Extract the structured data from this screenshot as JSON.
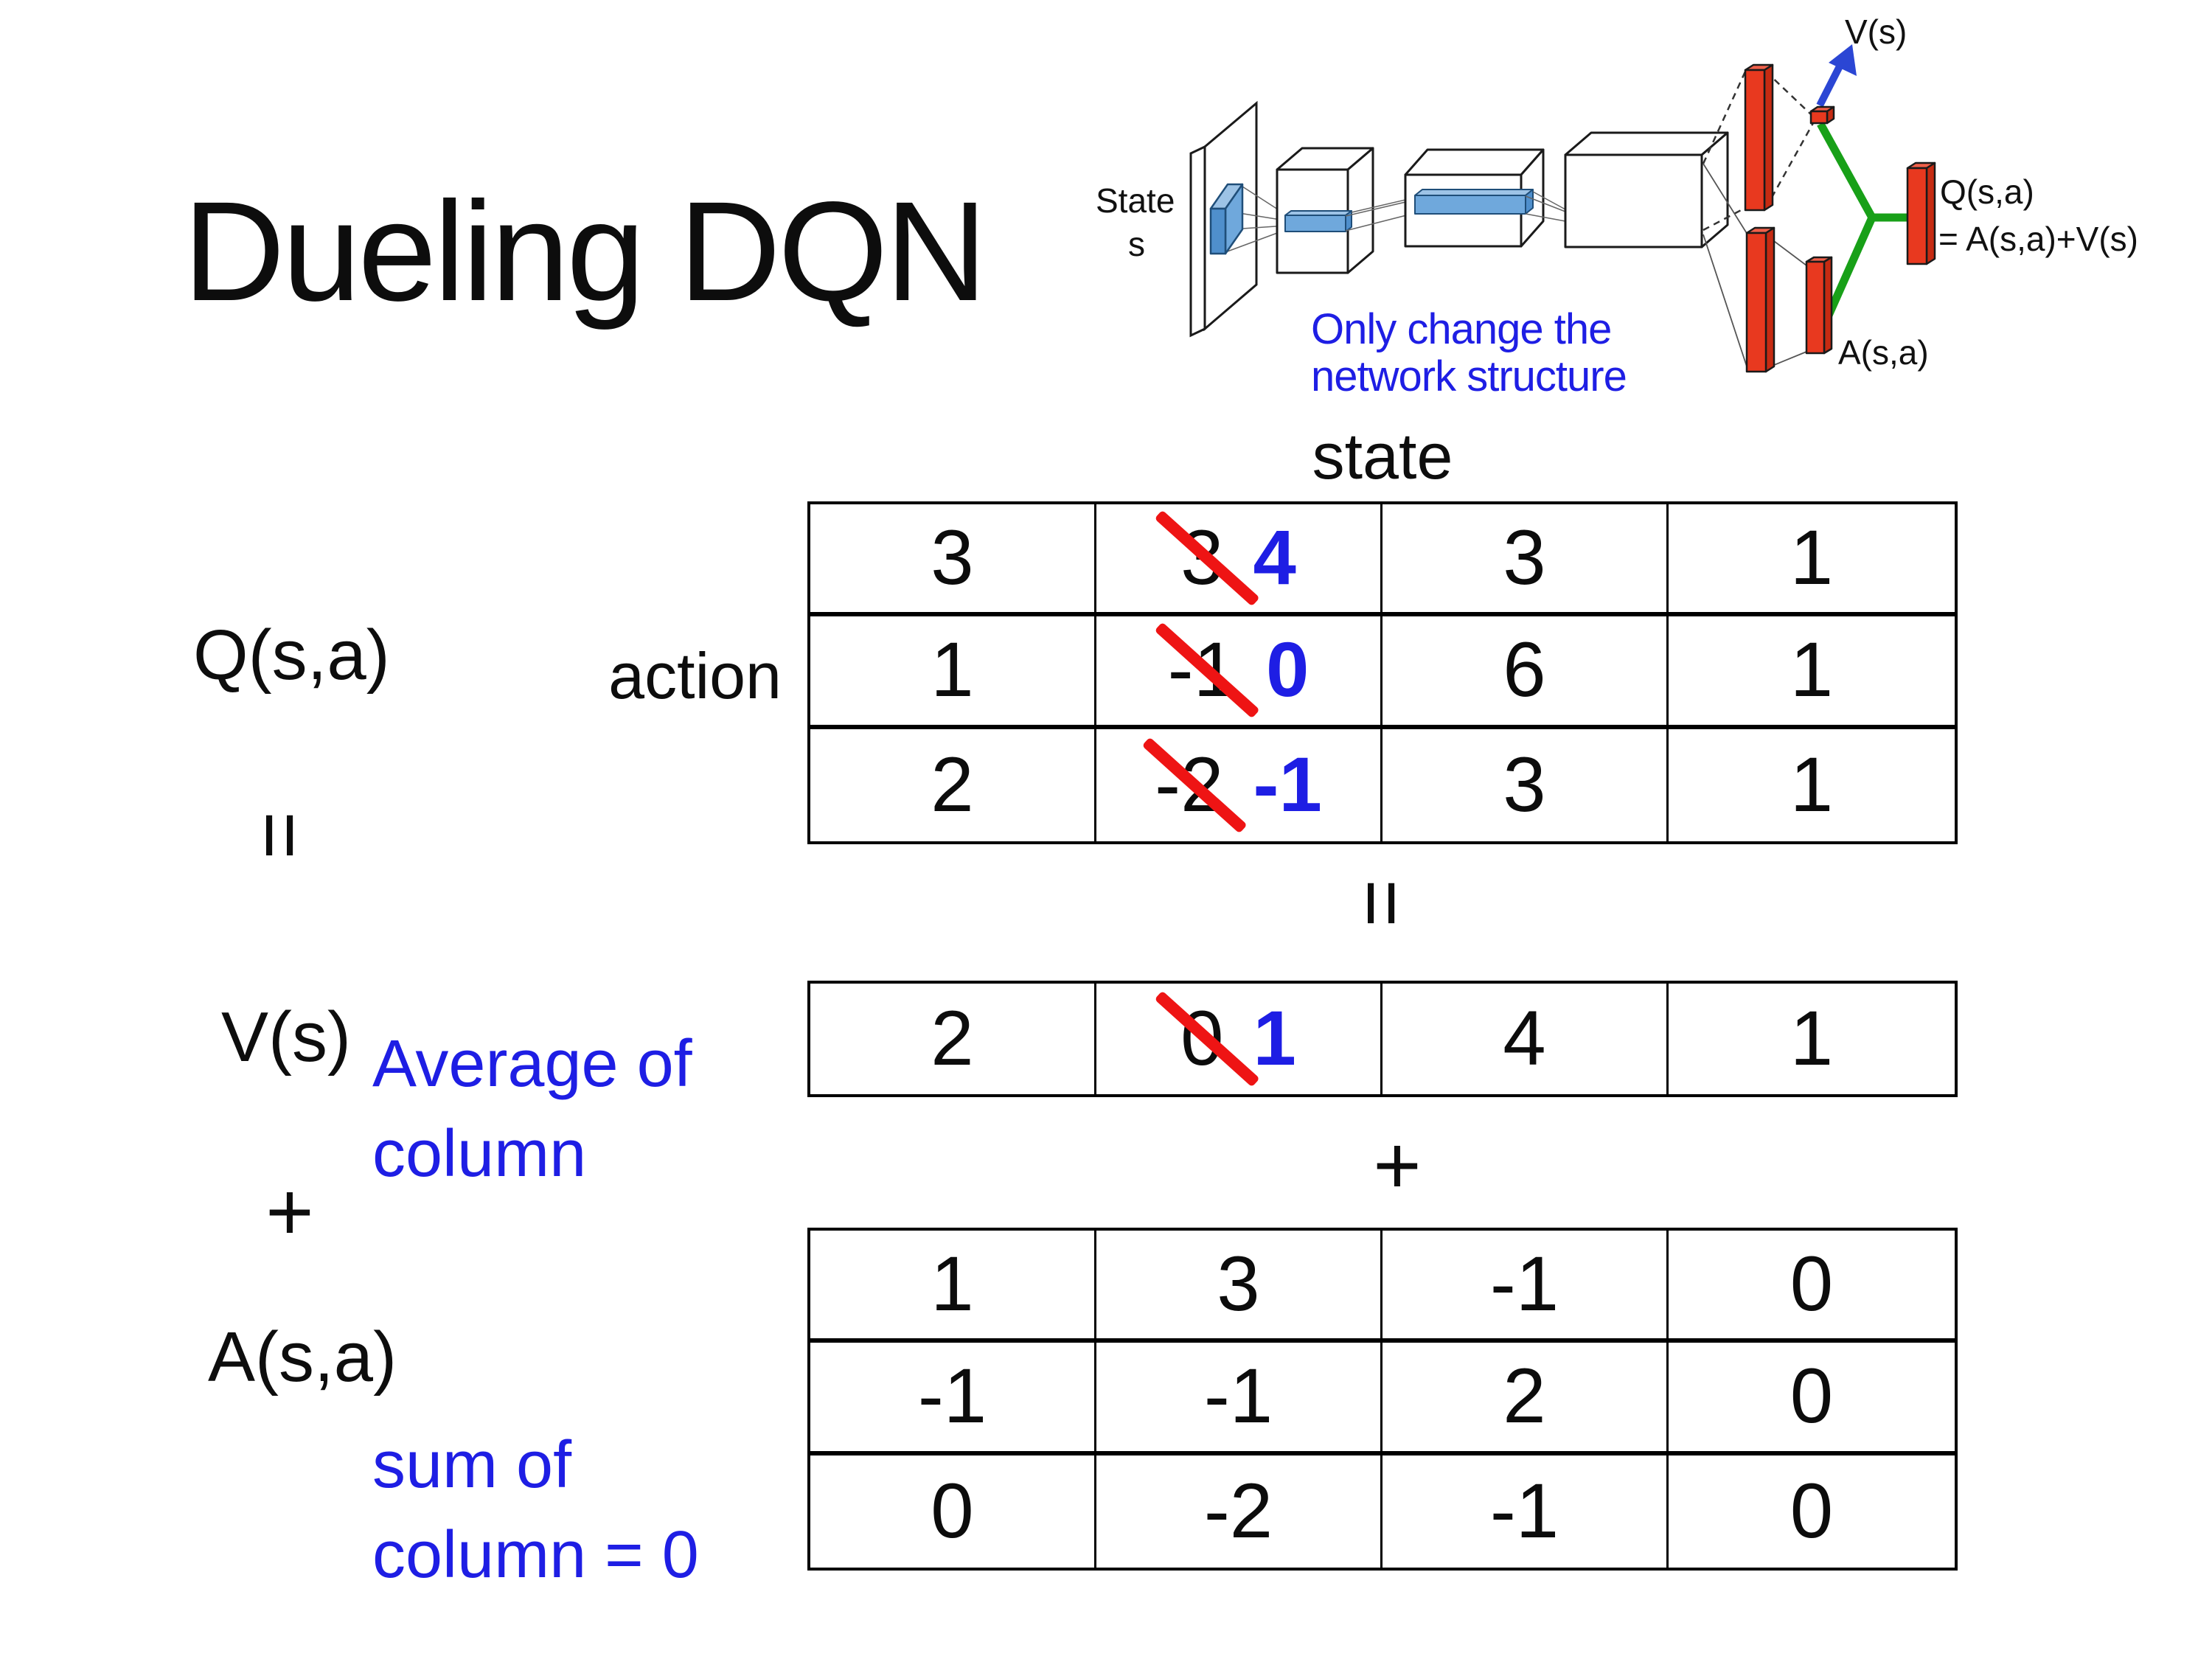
{
  "title": "Dueling DQN",
  "diagram": {
    "state_label_line1": "State",
    "state_label_line2": "s",
    "note_line1": "Only change the",
    "note_line2": "network structure",
    "v_out_label": "V(s)",
    "q_out_label": "Q(s,a)",
    "q_out_formula": "= A(s,a)+V(s)",
    "a_out_label": "A(s,a)"
  },
  "labels": {
    "q": "Q(s,a)",
    "state": "state",
    "action": "action",
    "eq_left": "=",
    "eq_mid": "=",
    "v": "V(s)",
    "avg1": "Average of",
    "avg2": "column",
    "plus_left": "+",
    "plus_mid": "+",
    "a": "A(s,a)",
    "sum1": "sum of",
    "sum2": "column = 0"
  },
  "q_table": {
    "rows": [
      {
        "c0": "3",
        "old": "3",
        "new": "4",
        "c2": "3",
        "c3": "1"
      },
      {
        "c0": "1",
        "old": "-1",
        "new": "0",
        "c2": "6",
        "c3": "1"
      },
      {
        "c0": "2",
        "old": "-2",
        "new": "-1",
        "c2": "3",
        "c3": "1"
      }
    ]
  },
  "v_table": {
    "c0": "2",
    "old": "0",
    "new": "1",
    "c2": "4",
    "c3": "1"
  },
  "a_table": {
    "rows": [
      {
        "c0": "1",
        "c1": "3",
        "c2": "-1",
        "c3": "0"
      },
      {
        "c0": "-1",
        "c1": "-1",
        "c2": "2",
        "c3": "0"
      },
      {
        "c0": "0",
        "c1": "-2",
        "c2": "-1",
        "c3": "0"
      }
    ]
  },
  "colors": {
    "text_blue": "#1e1ee4",
    "strike_red": "#ee1414",
    "bar_red": "#e8391f",
    "conv_blue": "#6fa8dc",
    "branch_green": "#18a018",
    "arrow_blue": "#2b46d4"
  }
}
